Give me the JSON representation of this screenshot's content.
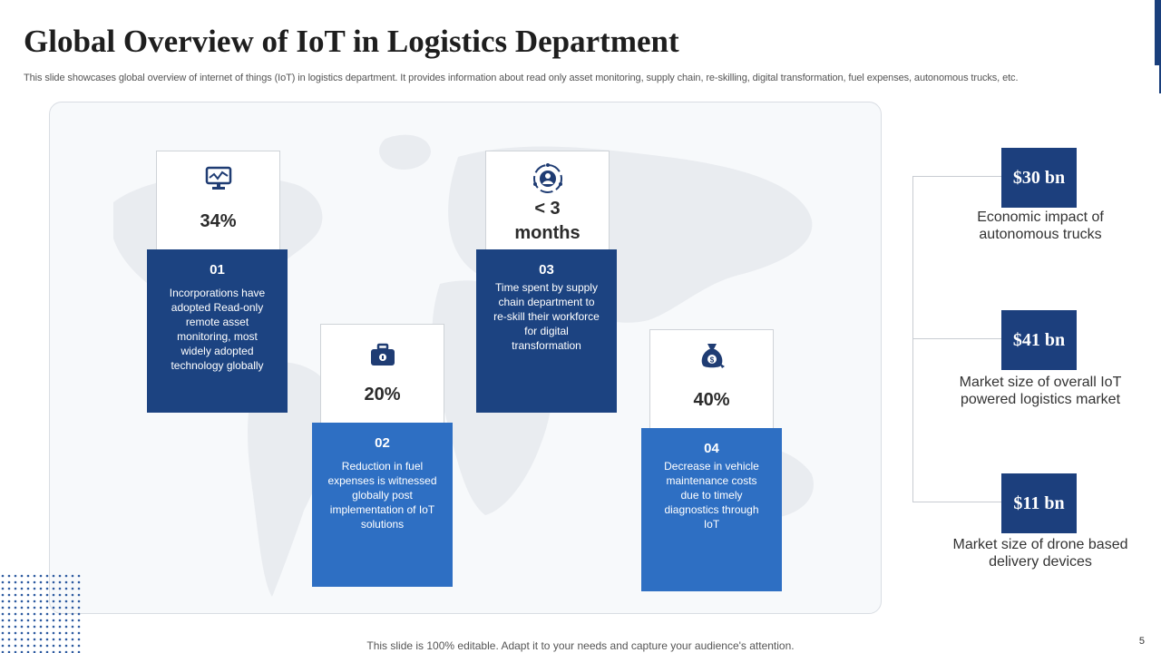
{
  "title": "Global Overview of IoT in Logistics Department",
  "subtitle": "This slide showcases global overview of internet of things (IoT) in logistics department. It provides information about read only asset monitoring, supply chain, re-skilling, digital transformation, fuel expenses, autonomous trucks, etc.",
  "stats": [
    {
      "value": "34%",
      "icon": "monitor-chart-icon",
      "number": "01",
      "text": "Incorporations have adopted Read-only remote asset monitoring, most widely adopted technology globally"
    },
    {
      "value": "20%",
      "icon": "fuel-briefcase-icon",
      "number": "02",
      "text": "Reduction in fuel expenses is witnessed globally post implementation of IoT solutions"
    },
    {
      "value_line1": "< 3",
      "value_line2": "months",
      "icon": "person-cycle-icon",
      "number": "03",
      "text": "Time spent by supply chain department to re-skill their workforce for digital transformation"
    },
    {
      "value": "40%",
      "icon": "money-bag-icon",
      "number": "04",
      "text": "Decrease in vehicle maintenance costs due to timely diagnostics through IoT"
    }
  ],
  "markets": [
    {
      "amount": "$30 bn",
      "label": "Economic impact of autonomous trucks"
    },
    {
      "amount": "$41 bn",
      "label": "Market size of overall IoT powered logistics market"
    },
    {
      "amount": "$11 bn",
      "label": "Market size of drone based delivery devices"
    }
  ],
  "footer": "This slide is 100% editable. Adapt it to your needs and capture your audience's attention.",
  "page_number": "5",
  "colors": {
    "dark_blue": "#1c4381",
    "light_blue": "#2e6fc3",
    "navy": "#1c3f7d"
  }
}
